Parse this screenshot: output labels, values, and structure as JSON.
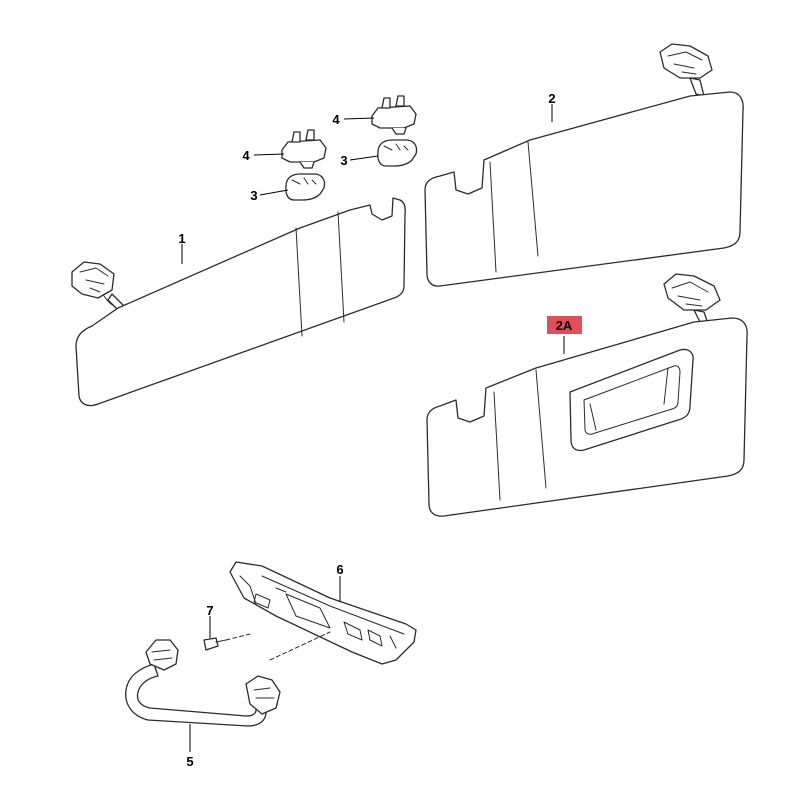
{
  "colors": {
    "line": "#2b2b2b",
    "highlight": "#e0505a",
    "background": "#ffffff"
  },
  "callouts": {
    "c1": "1",
    "c2": "2",
    "c2a": "2A",
    "c3a": "3",
    "c3b": "3",
    "c4a": "4",
    "c4b": "4",
    "c5": "5",
    "c6": "6",
    "c7": "7"
  }
}
